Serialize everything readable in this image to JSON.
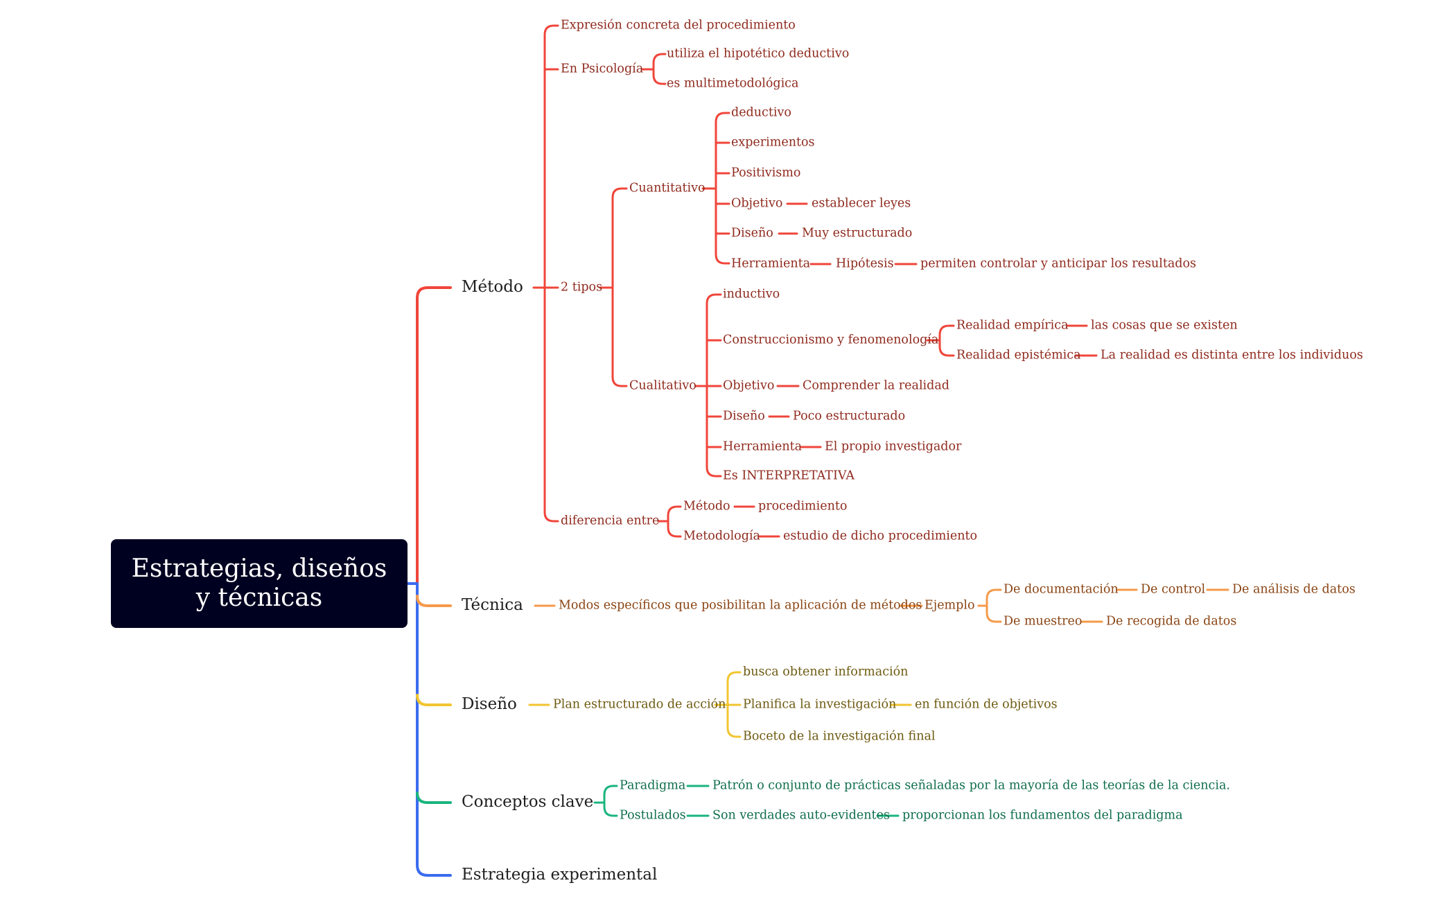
{
  "root": {
    "line1": "Estrategias, diseños",
    "line2": "y técnicas"
  },
  "colors": {
    "metodo": "#f0453a",
    "tecnica": "#f59a4a",
    "diseno": "#f2c530",
    "conceptos": "#1ab57e",
    "estrategia": "#3b6cf0",
    "root_bg": "#000021"
  },
  "metodo": {
    "label": "Método",
    "expresion": "Expresión concreta del procedimiento",
    "psicologia": {
      "label": "En Psicología",
      "a": "utiliza el hipotético deductivo",
      "b": "es multimetodológica"
    },
    "tipos": {
      "label": "2 tipos",
      "cuantitativo": {
        "label": "Cuantitativo",
        "deductivo": "deductivo",
        "experimentos": "experimentos",
        "positivismo": "Positivismo",
        "objetivo": "Objetivo",
        "objetivo_val": "establecer leyes",
        "diseno": "Diseño",
        "diseno_val": "Muy estructurado",
        "herramienta": "Herramienta",
        "hipotesis": "Hipótesis",
        "hipotesis_val": "permiten controlar y anticipar los resultados"
      },
      "cualitativo": {
        "label": "Cualitativo",
        "inductivo": "inductivo",
        "construccionismo": "Construccionismo y fenomenología",
        "empirica": "Realidad empírica",
        "empirica_val": "las cosas que se existen",
        "epistemica": "Realidad epistémica",
        "epistemica_val": "La realidad es distinta entre los individuos",
        "objetivo": "Objetivo",
        "objetivo_val": "Comprender la realidad",
        "diseno": "Diseño",
        "diseno_val": "Poco estructurado",
        "herramienta": "Herramienta",
        "herramienta_val": "El propio investigador",
        "interpretativa": "Es INTERPRETATIVA"
      }
    },
    "diferencia": {
      "label": "diferencia entre",
      "metodo": "Método",
      "metodo_val": "procedimiento",
      "metodologia": "Metodología",
      "metodologia_val": "estudio de dicho procedimiento"
    }
  },
  "tecnica": {
    "label": "Técnica",
    "modos": "Modos específicos que posibilitan la aplicación de métodos",
    "ejemplo": "Ejemplo",
    "documentacion": "De documentación",
    "control": "De control",
    "analisis": "De análisis de datos",
    "muestreo": "De muestreo",
    "recogida": "De recogida de datos"
  },
  "diseno": {
    "label": "Diseño",
    "plan": "Plan estructurado de acción",
    "busca": "busca obtener información",
    "planifica": "Planifica la investigación",
    "planifica_val": "en función de objetivos",
    "boceto": "Boceto de la investigación final"
  },
  "conceptos": {
    "label": "Conceptos clave",
    "paradigma": "Paradigma",
    "paradigma_val": "Patrón o conjunto de prácticas señaladas por la mayoría de las teorías de la ciencia.",
    "postulados": "Postulados",
    "postulados_val": "Son verdades auto-evidentes",
    "postulados_val2": "proporcionan los fundamentos del paradigma"
  },
  "estrategia": {
    "label": "Estrategia experimental"
  }
}
